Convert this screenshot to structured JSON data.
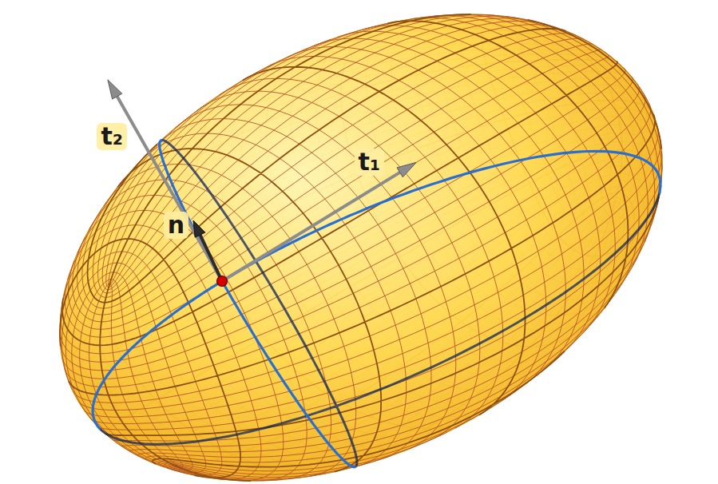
{
  "diagram": {
    "labels": [
      "t₂",
      "n",
      "t₁"
    ]
  }
}
